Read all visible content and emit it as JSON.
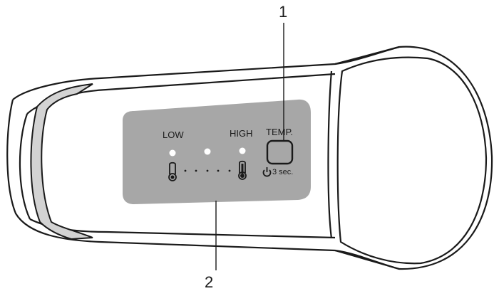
{
  "callouts": [
    {
      "number": "1",
      "target": "temperature button"
    },
    {
      "number": "2",
      "target": "indicator lamps"
    }
  ],
  "panel": {
    "low_label": "LOW",
    "high_label": "HIGH",
    "temp_label": "TEMP.",
    "hold_label": "3 sec."
  },
  "icons": [
    "thermometer-low-icon",
    "thermometer-high-icon",
    "power-icon",
    "indicator-lamp"
  ],
  "colors": {
    "panel_fill": "#a7a7a7",
    "outline": "#1a1a1a",
    "band_fill": "#d3d3d3",
    "lamp": "#ffffff"
  }
}
